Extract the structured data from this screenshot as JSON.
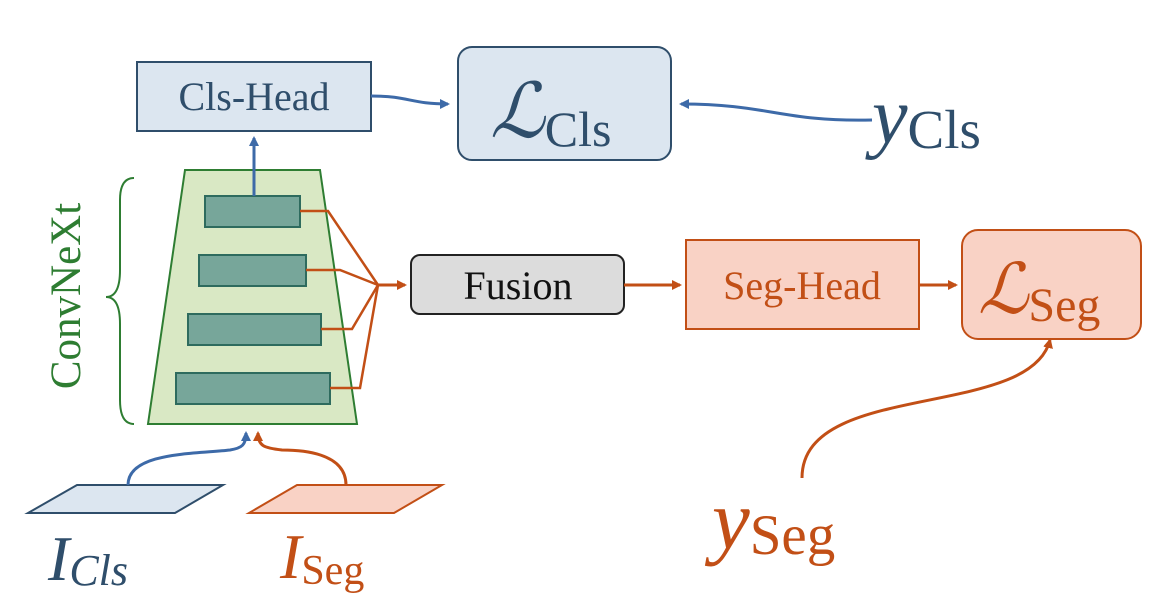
{
  "colors": {
    "blue": "#3d6aa8",
    "blue_text": "#2f4e6b",
    "blue_fill": "#dce6f0",
    "orange": "#c24f16",
    "orange_fill": "#f9d2c5",
    "green": "#2e7d32",
    "green_fill": "#d9e8c4",
    "teal_fill": "#77a69a",
    "teal_stroke": "#2e6b5e",
    "gray_fill": "#dcdcdc"
  },
  "nodes": {
    "cls_head": "Cls-Head",
    "loss_cls": {
      "symbol": "ℒ",
      "sub": "Cls"
    },
    "y_cls": {
      "symbol": "y",
      "sub": "Cls"
    },
    "backbone_label": "ConvNeXt",
    "fusion": "Fusion",
    "seg_head": "Seg-Head",
    "loss_seg": {
      "symbol": "ℒ",
      "sub": "Seg"
    },
    "y_seg": {
      "symbol": "y",
      "sub": "Seg"
    },
    "input_cls": {
      "symbol": "I",
      "sub": "Cls"
    },
    "input_seg": {
      "symbol": "I",
      "sub": "Seg"
    }
  },
  "feature_stage_count": 4
}
